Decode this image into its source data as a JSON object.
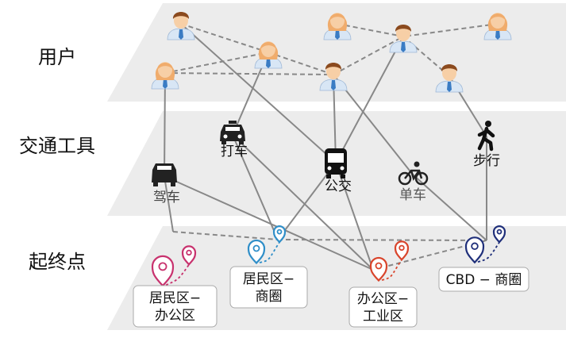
{
  "layers": [
    {
      "id": "users",
      "label": "用户"
    },
    {
      "id": "transport",
      "label": "交通工具"
    },
    {
      "id": "od",
      "label": "起终点"
    }
  ],
  "users": [
    {
      "id": "u1",
      "gender": "male"
    },
    {
      "id": "u2",
      "gender": "female"
    },
    {
      "id": "u3",
      "gender": "female"
    },
    {
      "id": "u4",
      "gender": "male"
    },
    {
      "id": "u5",
      "gender": "female"
    },
    {
      "id": "u6",
      "gender": "female"
    },
    {
      "id": "u7",
      "gender": "male"
    },
    {
      "id": "u8",
      "gender": "male"
    }
  ],
  "modes": [
    {
      "id": "drive",
      "label": "驾车",
      "icon": "car-icon",
      "label_color": "#444444"
    },
    {
      "id": "taxi",
      "label": "打车",
      "icon": "taxi-icon",
      "label_color": "#111111"
    },
    {
      "id": "bus",
      "label": "公交",
      "icon": "bus-icon",
      "label_color": "#111111"
    },
    {
      "id": "bike",
      "label": "单车",
      "icon": "bicycle-icon",
      "label_color": "#555555"
    },
    {
      "id": "walk",
      "label": "步行",
      "icon": "walking-person-icon",
      "label_color": "#111111"
    }
  ],
  "od_nodes": [
    {
      "id": "res-office",
      "lines": [
        "居民区−",
        "办公区"
      ],
      "accent": "#c8326e"
    },
    {
      "id": "res-biz",
      "lines": [
        "居民区−",
        "商圈"
      ],
      "accent": "#2f8ec8"
    },
    {
      "id": "office-ind",
      "lines": [
        "办公区−",
        "工业区"
      ],
      "accent": "#d9452c"
    },
    {
      "id": "cbd-biz",
      "lines": [
        "CBD − 商圈"
      ],
      "accent": "#1f2f7a"
    }
  ],
  "colors": {
    "plane": "#ececec",
    "link": "#888888",
    "male_hair": "#8b4a1e",
    "female_hair": "#f0ac6c",
    "skin": "#f7cfa6",
    "shirt": "#d8e6f5",
    "tie": "#3a7cc4"
  },
  "user_links_dashed": [
    [
      "u1",
      "u3"
    ],
    [
      "u2",
      "u3"
    ],
    [
      "u3",
      "u4"
    ],
    [
      "u2",
      "u4"
    ],
    [
      "u4",
      "u7"
    ],
    [
      "u5",
      "u7"
    ],
    [
      "u6",
      "u7"
    ],
    [
      "u7",
      "u8"
    ]
  ],
  "user_mode_links": [
    [
      "u1",
      "bus"
    ],
    [
      "u2",
      "drive"
    ],
    [
      "u3",
      "taxi"
    ],
    [
      "u4",
      "bus"
    ],
    [
      "u4",
      "bike"
    ],
    [
      "u7",
      "bus"
    ],
    [
      "u8",
      "walk"
    ]
  ],
  "mode_od_links": [
    [
      "drive",
      "res-office"
    ],
    [
      "drive",
      "office-ind"
    ],
    [
      "taxi",
      "res-biz"
    ],
    [
      "taxi",
      "office-ind"
    ],
    [
      "bus",
      "res-biz"
    ],
    [
      "bus",
      "office-ind"
    ],
    [
      "bike",
      "cbd-biz"
    ],
    [
      "walk",
      "cbd-biz"
    ]
  ],
  "od_links_dashed": [
    [
      "res-office",
      "res-biz"
    ],
    [
      "res-biz",
      "cbd-biz"
    ],
    [
      "office-ind",
      "cbd-biz"
    ]
  ]
}
